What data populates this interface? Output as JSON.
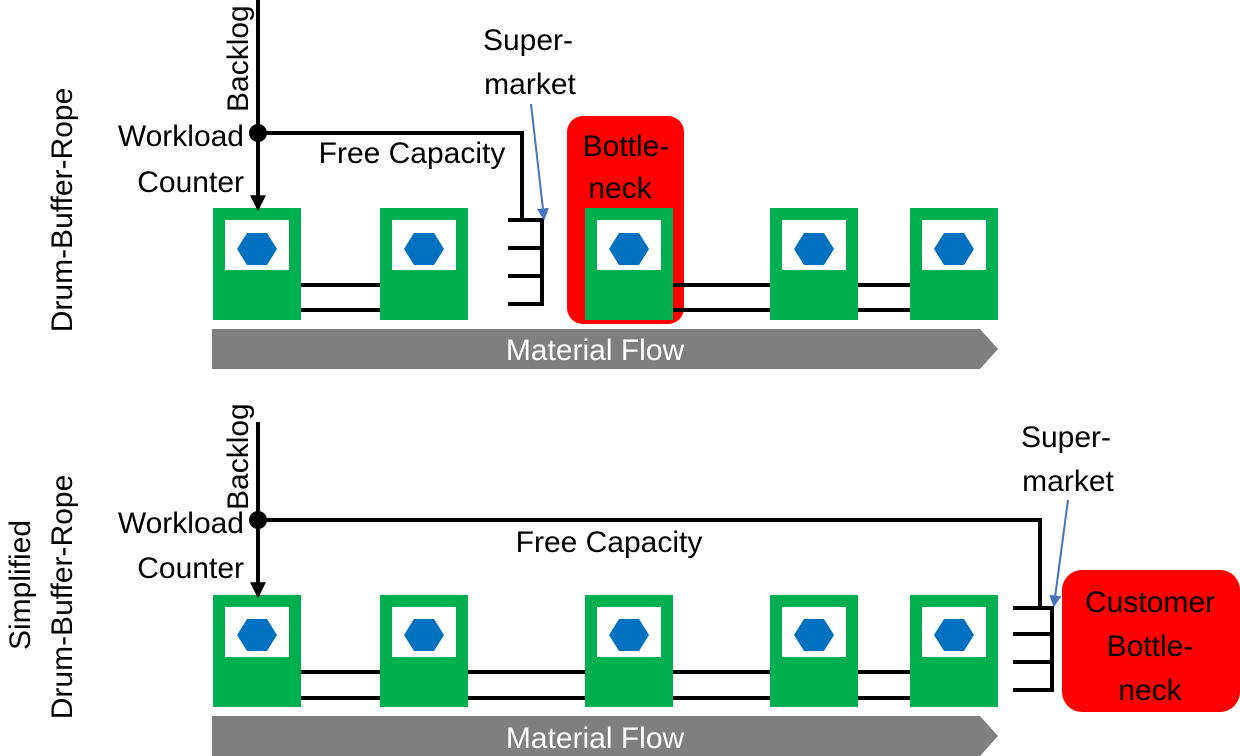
{
  "colors": {
    "station": "#00b050",
    "machine": "#0070c0",
    "bottleneck": "#ff0000",
    "flow_arrow": "#7f7f7f",
    "line": "#000000",
    "pointer": "#4472c4"
  },
  "top": {
    "side_label": "Drum-Buffer-Rope",
    "backlog": "Backlog",
    "workload_counter": [
      "Workload",
      "Counter"
    ],
    "free_capacity": "Free Capacity",
    "supermarket": [
      "Super-",
      "market"
    ],
    "bottleneck": [
      "Bottle-",
      "neck"
    ],
    "material_flow": "Material Flow"
  },
  "bottom": {
    "side_label": [
      "Simplified",
      "Drum-Buffer-Rope"
    ],
    "backlog": "Backlog",
    "workload_counter": [
      "Workload",
      "Counter"
    ],
    "free_capacity": "Free Capacity",
    "supermarket": [
      "Super-",
      "market"
    ],
    "customer_bottleneck": [
      "Customer",
      "Bottle-",
      "neck"
    ],
    "material_flow": "Material Flow"
  }
}
